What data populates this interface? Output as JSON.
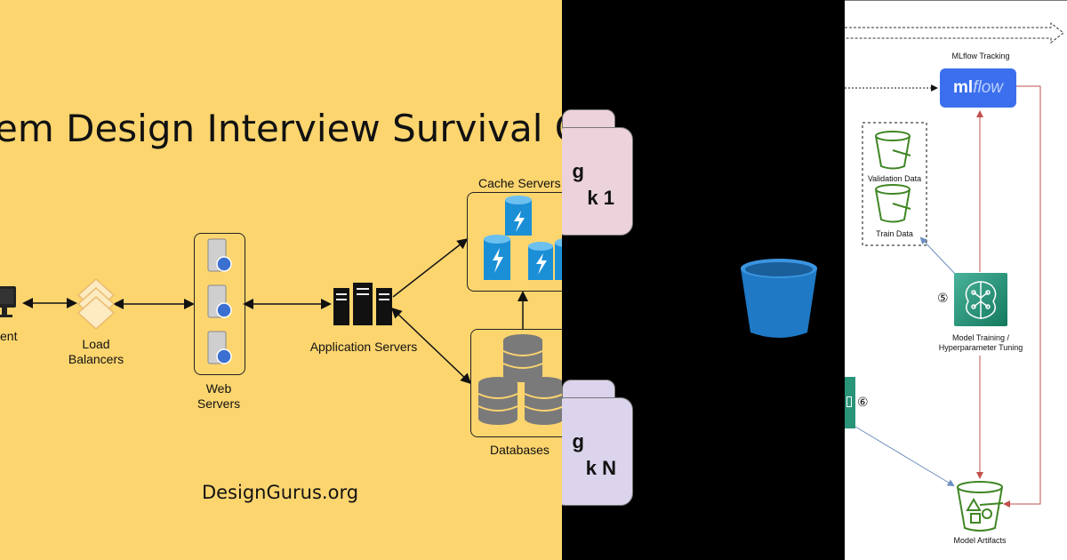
{
  "left_panel": {
    "title": "em Design Interview Survival G",
    "labels": {
      "client": "ent",
      "load_balancers": "Load\nBalancers",
      "web_servers": "Web\nServers",
      "app_servers": "Application Servers",
      "cache_servers": "Cache Servers",
      "databases": "Databases"
    },
    "footer": "DesignGurus.org",
    "colors": {
      "background": "#fcd56f",
      "cache_blue": "#1b8fd6",
      "db_gray": "#7a7a7a"
    }
  },
  "middle_panel": {
    "card_top_lines": [
      "g",
      "k 1"
    ],
    "card_bottom_lines": [
      "g",
      "k N"
    ],
    "colors": {
      "card_top": "#ecd2da",
      "card_bottom": "#dcd4ec",
      "bucket": "#1f79c4"
    }
  },
  "right_panel": {
    "mlflow_tracking": "MLflow Tracking",
    "mlflow_logo_ml": "ml",
    "mlflow_logo_flow": "flow",
    "validation_data": "Validation Data",
    "train_data": "Train Data",
    "step5": "⑤",
    "step6": "⑥",
    "model_training": "Model Training /\nHyperparameter Tuning",
    "model_artifacts": "Model Artifacts",
    "colors": {
      "mlflow_blue": "#3b6fed",
      "bucket_green": "#3f8624",
      "red_line": "#c0504d",
      "blue_line": "#6c8ebf"
    }
  }
}
